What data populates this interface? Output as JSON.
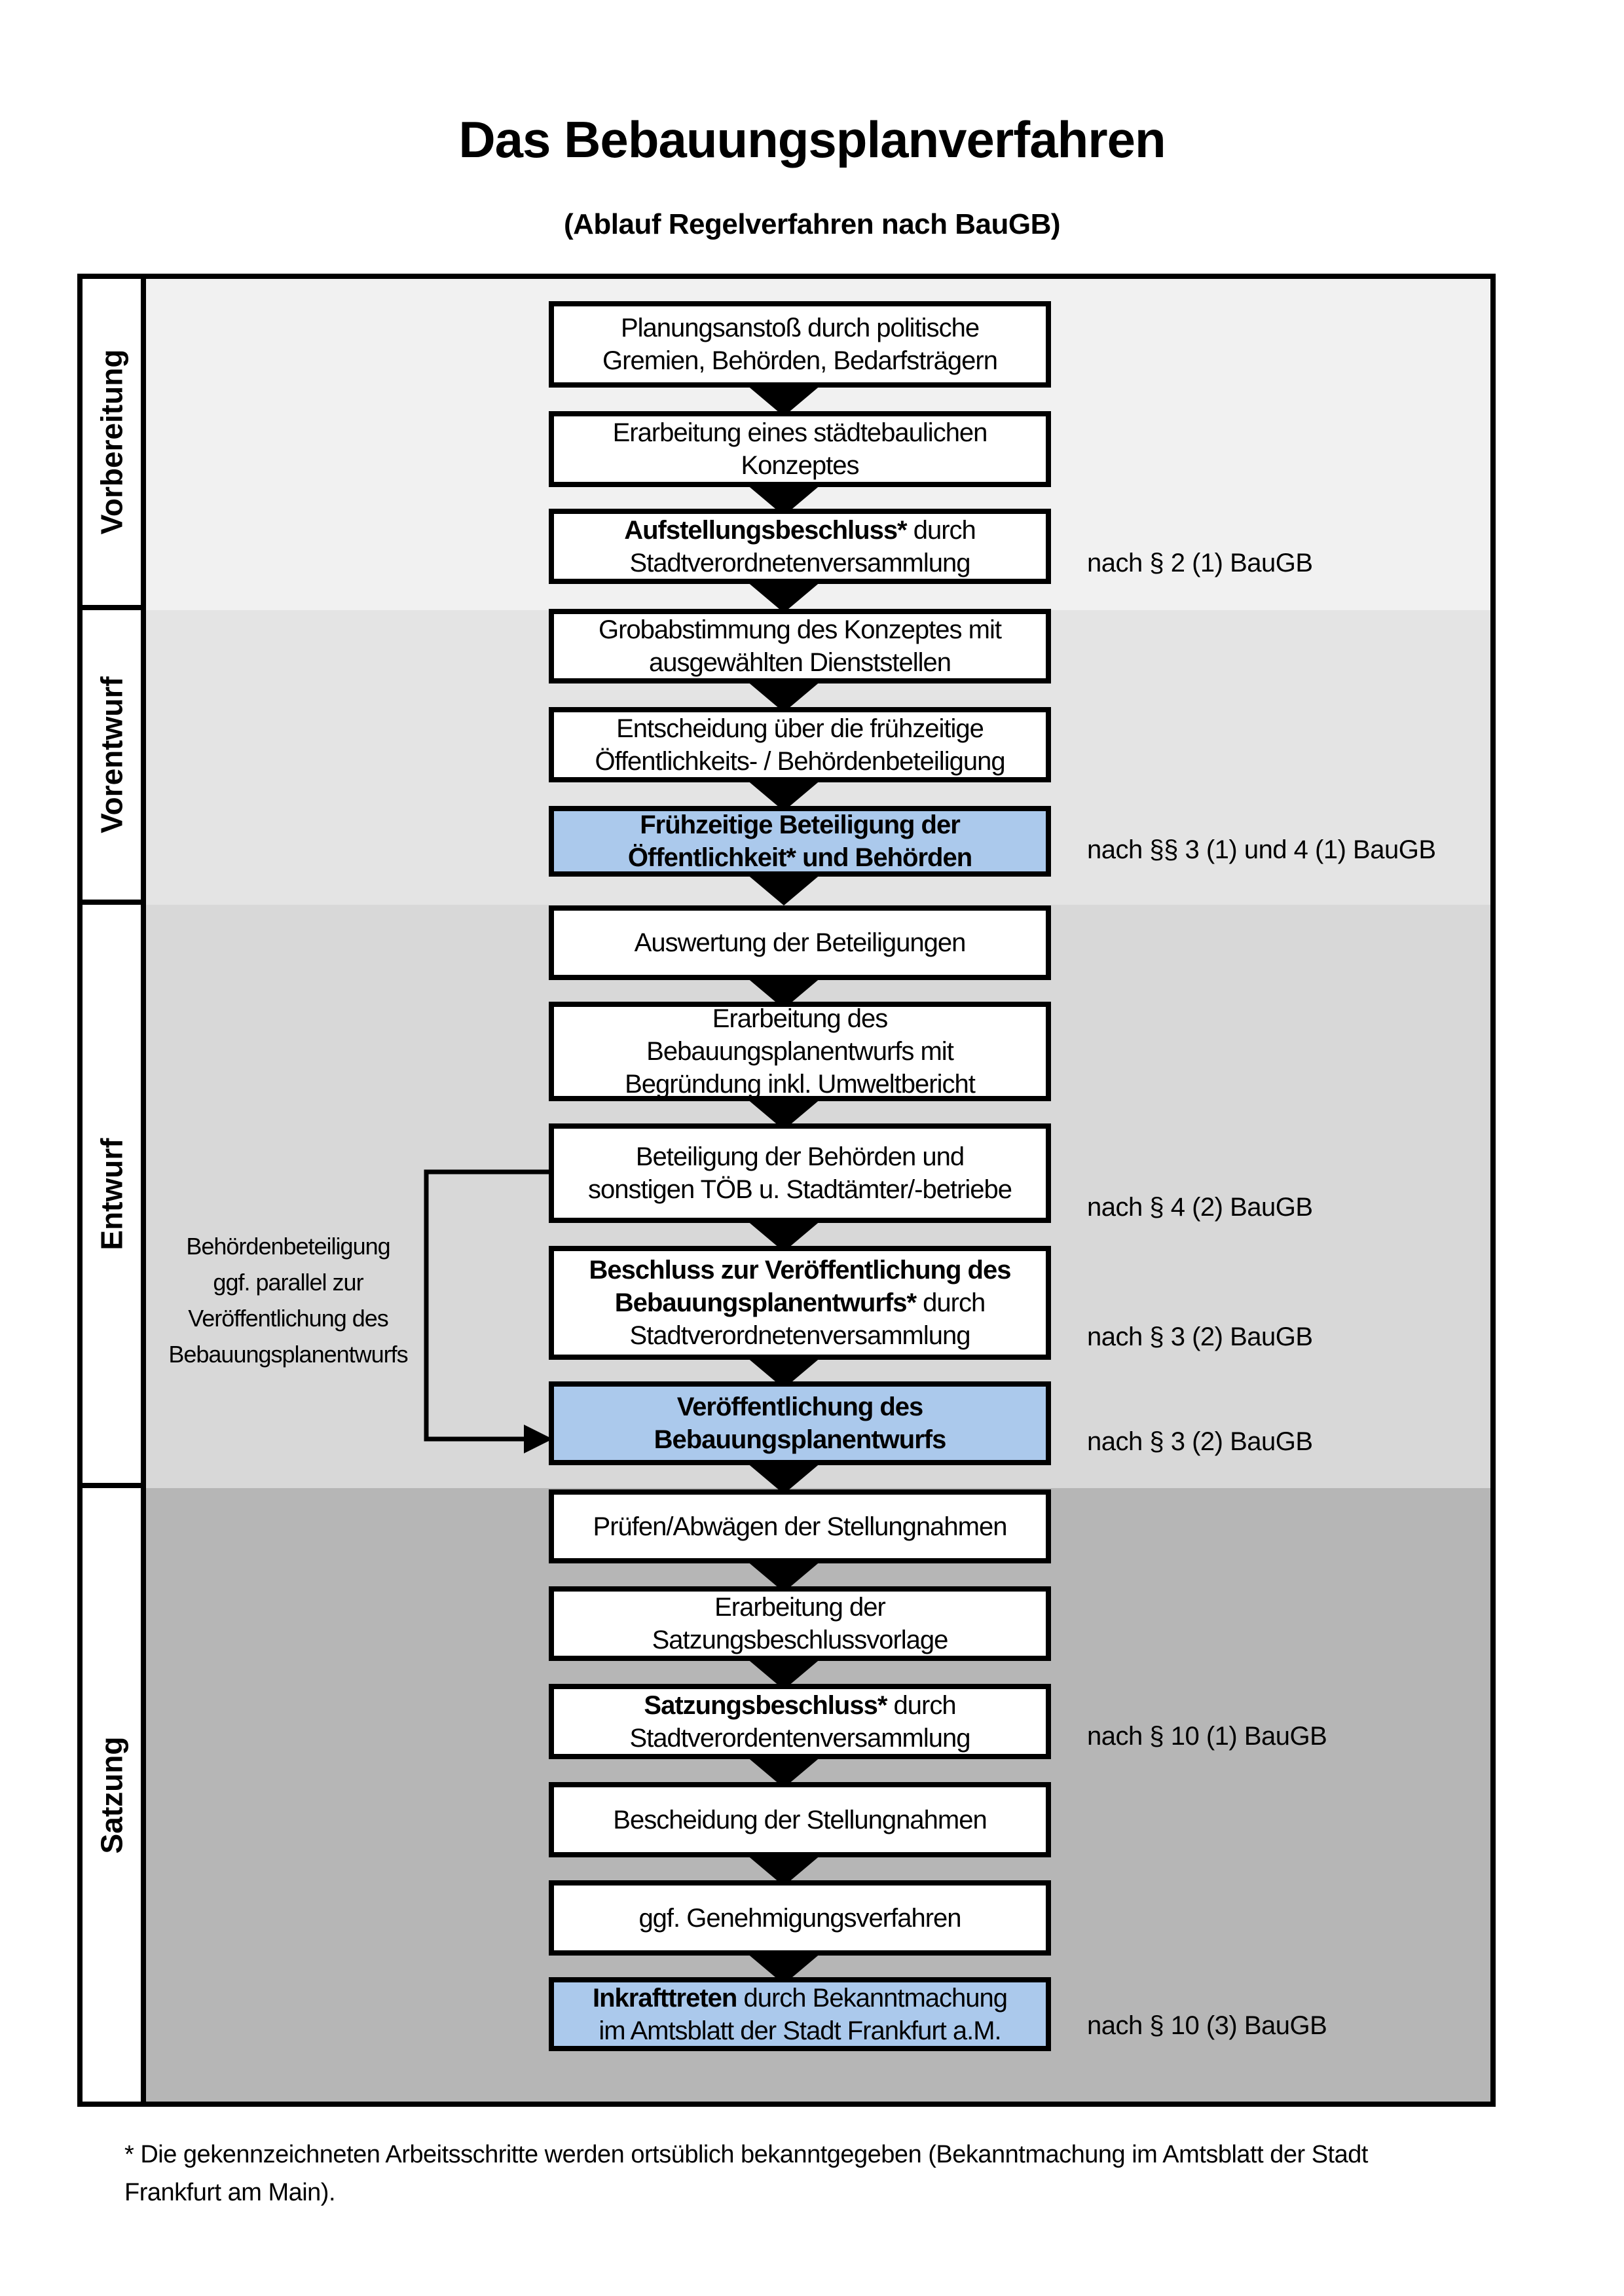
{
  "title": "Das Bebauungsplanverfahren",
  "subtitle": "(Ablauf Regelverfahren nach BauGB)",
  "colors": {
    "highlight_blue": "#abc9ec",
    "phase_backgrounds": [
      "#f1f1f1",
      "#e4e4e4",
      "#d8d8d8",
      "#b6b6b6"
    ],
    "box_border": "#000000",
    "box_fill": "#ffffff"
  },
  "phases": [
    {
      "label": "Vorbereitung"
    },
    {
      "label": "Vorentwurf"
    },
    {
      "label": "Entwurf"
    },
    {
      "label": "Satzung"
    }
  ],
  "boxes": [
    {
      "phase": 0,
      "highlighted": false,
      "note": "",
      "lines": [
        [
          {
            "t": "Planungsanstoß durch politische",
            "b": false
          }
        ],
        [
          {
            "t": "Gremien, Behörden, Bedarfsträgern",
            "b": false
          }
        ]
      ]
    },
    {
      "phase": 0,
      "highlighted": false,
      "note": "",
      "lines": [
        [
          {
            "t": "Erarbeitung eines städtebaulichen",
            "b": false
          }
        ],
        [
          {
            "t": "Konzeptes",
            "b": false
          }
        ]
      ]
    },
    {
      "phase": 0,
      "highlighted": false,
      "note": "nach § 2 (1) BauGB",
      "lines": [
        [
          {
            "t": "Aufstellungsbeschluss*",
            "b": true
          },
          {
            "t": " durch",
            "b": false
          }
        ],
        [
          {
            "t": "Stadtverordnetenversammlung",
            "b": false
          }
        ]
      ]
    },
    {
      "phase": 1,
      "highlighted": false,
      "note": "",
      "lines": [
        [
          {
            "t": "Grobabstimmung des Konzeptes mit",
            "b": false
          }
        ],
        [
          {
            "t": "ausgewählten Dienststellen",
            "b": false
          }
        ]
      ]
    },
    {
      "phase": 1,
      "highlighted": false,
      "note": "",
      "lines": [
        [
          {
            "t": "Entscheidung über die frühzeitige",
            "b": false
          }
        ],
        [
          {
            "t": "Öffentlichkeits- / Behördenbeteiligung",
            "b": false
          }
        ]
      ]
    },
    {
      "phase": 1,
      "highlighted": true,
      "note": "nach §§ 3 (1) und 4 (1) BauGB",
      "lines": [
        [
          {
            "t": "Frühzeitige Beteiligung der",
            "b": true
          }
        ],
        [
          {
            "t": "Öffentlichkeit* und Behörden",
            "b": true
          }
        ]
      ]
    },
    {
      "phase": 2,
      "highlighted": false,
      "note": "",
      "lines": [
        [
          {
            "t": "Auswertung der Beteiligungen",
            "b": false
          }
        ]
      ]
    },
    {
      "phase": 2,
      "highlighted": false,
      "note": "",
      "lines": [
        [
          {
            "t": "Erarbeitung des",
            "b": false
          }
        ],
        [
          {
            "t": "Bebauungsplanentwurfs mit",
            "b": false
          }
        ],
        [
          {
            "t": "Begründung inkl. Umweltbericht",
            "b": false
          }
        ]
      ]
    },
    {
      "phase": 2,
      "highlighted": false,
      "note": "nach § 4 (2) BauGB",
      "lines": [
        [
          {
            "t": "Beteiligung der Behörden und",
            "b": false
          }
        ],
        [
          {
            "t": "sonstigen TÖB u. Stadtämter/-betriebe",
            "b": false
          }
        ]
      ]
    },
    {
      "phase": 2,
      "highlighted": false,
      "note": "nach § 3 (2) BauGB",
      "lines": [
        [
          {
            "t": "Beschluss zur Veröffentlichung des",
            "b": true
          }
        ],
        [
          {
            "t": "Bebauungsplanentwurfs*",
            "b": true
          },
          {
            "t": " durch",
            "b": false
          }
        ],
        [
          {
            "t": "Stadtverordnetenversammlung",
            "b": false
          }
        ]
      ]
    },
    {
      "phase": 2,
      "highlighted": true,
      "note": "nach § 3 (2) BauGB",
      "lines": [
        [
          {
            "t": "Veröffentlichung des",
            "b": true
          }
        ],
        [
          {
            "t": "Bebauungsplanentwurfs",
            "b": true
          }
        ]
      ]
    },
    {
      "phase": 3,
      "highlighted": false,
      "note": "",
      "lines": [
        [
          {
            "t": "Prüfen/Abwägen der Stellungnahmen",
            "b": false
          }
        ]
      ]
    },
    {
      "phase": 3,
      "highlighted": false,
      "note": "",
      "lines": [
        [
          {
            "t": "Erarbeitung der",
            "b": false
          }
        ],
        [
          {
            "t": "Satzungsbeschlussvorlage",
            "b": false
          }
        ]
      ]
    },
    {
      "phase": 3,
      "highlighted": false,
      "note": "nach § 10 (1) BauGB",
      "lines": [
        [
          {
            "t": "Satzungsbeschluss*",
            "b": true
          },
          {
            "t": " durch",
            "b": false
          }
        ],
        [
          {
            "t": "Stadtverordentenversammlung",
            "b": false
          }
        ]
      ]
    },
    {
      "phase": 3,
      "highlighted": false,
      "note": "",
      "lines": [
        [
          {
            "t": "Bescheidung der Stellungnahmen",
            "b": false
          }
        ]
      ]
    },
    {
      "phase": 3,
      "highlighted": false,
      "note": "",
      "lines": [
        [
          {
            "t": "ggf. Genehmigungsverfahren",
            "b": false
          }
        ]
      ]
    },
    {
      "phase": 3,
      "highlighted": true,
      "note": "nach § 10 (3) BauGB",
      "lines": [
        [
          {
            "t": "Inkrafttreten",
            "b": true
          },
          {
            "t": " durch Bekanntmachung",
            "b": false
          }
        ],
        [
          {
            "t": "im Amtsblatt der Stadt Frankfurt a.M.",
            "b": false
          }
        ]
      ]
    }
  ],
  "side_note": {
    "lines": [
      "Behördenbeteiligung",
      "ggf. parallel zur",
      "Veröffentlichung des",
      "Bebauungsplanentwurfs"
    ]
  },
  "footnote": {
    "lines": [
      "* Die gekennzeichneten Arbeitsschritte werden ortsüblich bekanntgegeben (Bekanntmachung im Amtsblatt  der Stadt",
      "Frankfurt am Main)."
    ]
  }
}
